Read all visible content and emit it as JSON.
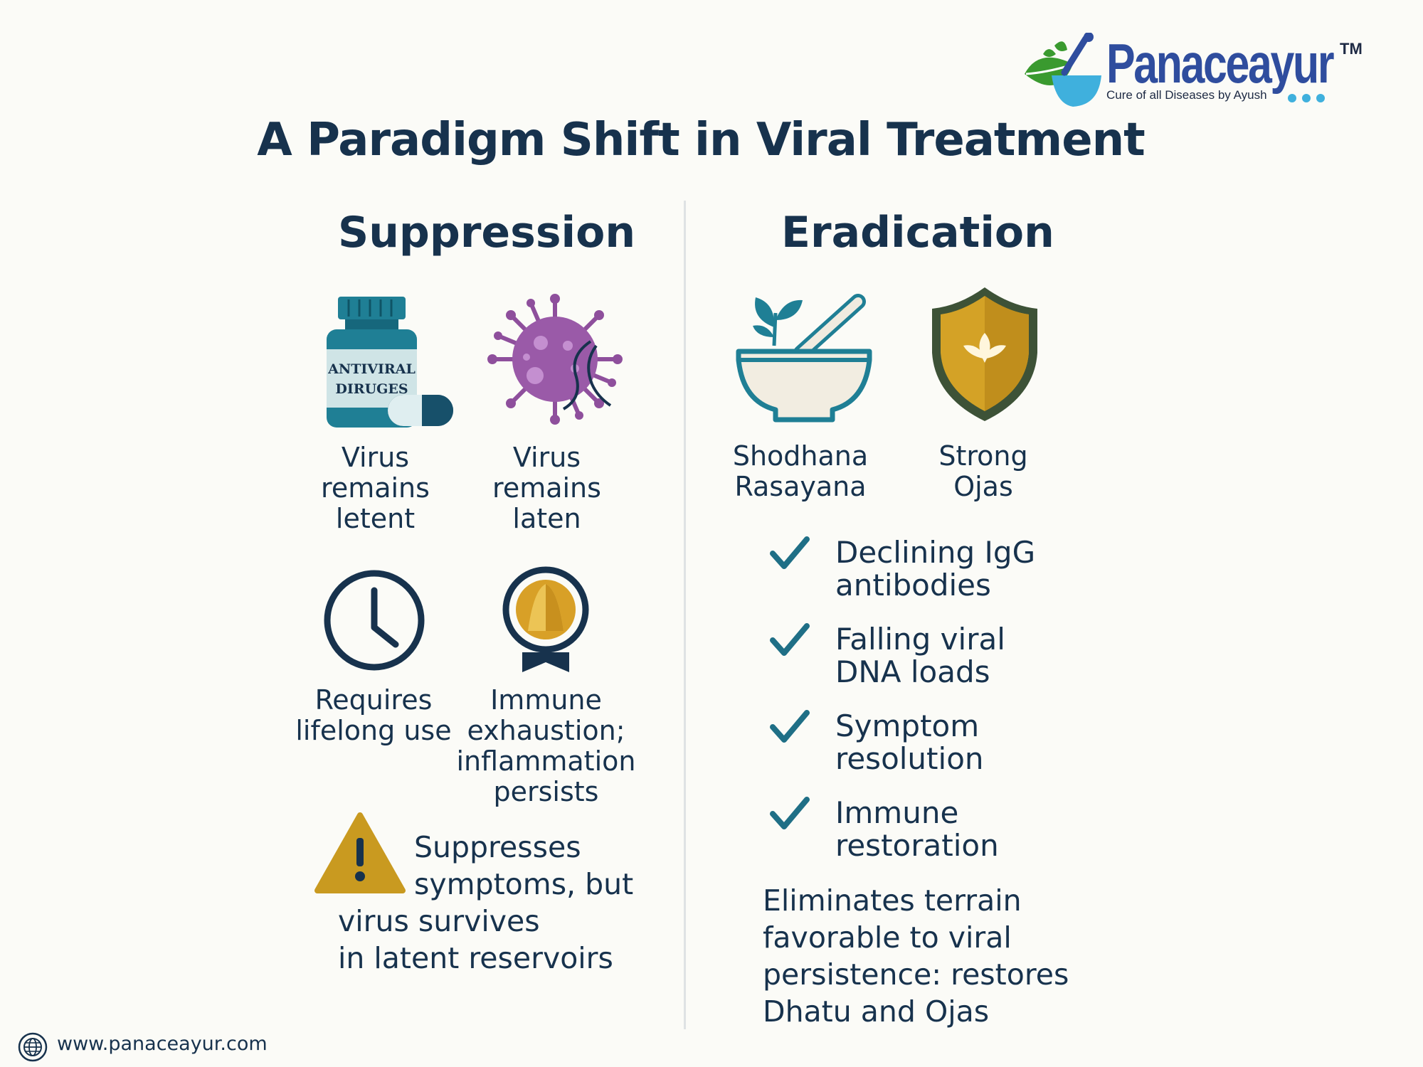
{
  "brand": {
    "name": "Panaceayur",
    "trademark": "TM",
    "tagline": "Cure of all Diseases by Ayush"
  },
  "title": "A Paradigm Shift in Viral Treatment",
  "suppression": {
    "heading": "Suppression",
    "bottle_label_line1": "ANTIVIRAL",
    "bottle_label_line2": "DIRUGES",
    "items": [
      {
        "icon": "antiviral-bottle-icon",
        "lines": [
          "Virus",
          "remains",
          "letent"
        ]
      },
      {
        "icon": "virus-icon",
        "lines": [
          "Virus",
          "remains",
          "laten"
        ]
      },
      {
        "icon": "clock-icon",
        "lines": [
          "Requires",
          "lifelong use"
        ]
      },
      {
        "icon": "exhausted-immune-icon",
        "lines": [
          "Immune",
          "exhaustion;",
          "inflammation",
          "persists"
        ]
      }
    ],
    "warning": {
      "icon": "warning-icon",
      "lines": [
        "Suppresses",
        "symptoms, but",
        "virus survives",
        "in latent reservoirs"
      ]
    }
  },
  "eradication": {
    "heading": "Eradication",
    "items": [
      {
        "icon": "mortar-pestle-herb-icon",
        "lines": [
          "Shodhana",
          "Rasayana"
        ]
      },
      {
        "icon": "shield-icon",
        "lines": [
          "Strong",
          "Ojas"
        ]
      }
    ],
    "checks": [
      {
        "lines": [
          "Declining IgG",
          "antibodies"
        ]
      },
      {
        "lines": [
          "Falling viral",
          "DNA loads"
        ]
      },
      {
        "lines": [
          "Symptom",
          "resolution"
        ]
      },
      {
        "lines": [
          "Immune",
          "restoration"
        ]
      }
    ],
    "summary": [
      "Eliminates terrain",
      "favorable to viral",
      "persistence: restores",
      "Dhatu and Ojas"
    ]
  },
  "colors": {
    "navy": "#17324d",
    "teal": "#1f6f86",
    "purple": "#8e4f9c",
    "gold": "#c89b22",
    "green": "#2f9e45",
    "blue": "#2f4d9e"
  },
  "footer": {
    "icon": "globe-icon",
    "url": "www.panaceayur.com"
  }
}
